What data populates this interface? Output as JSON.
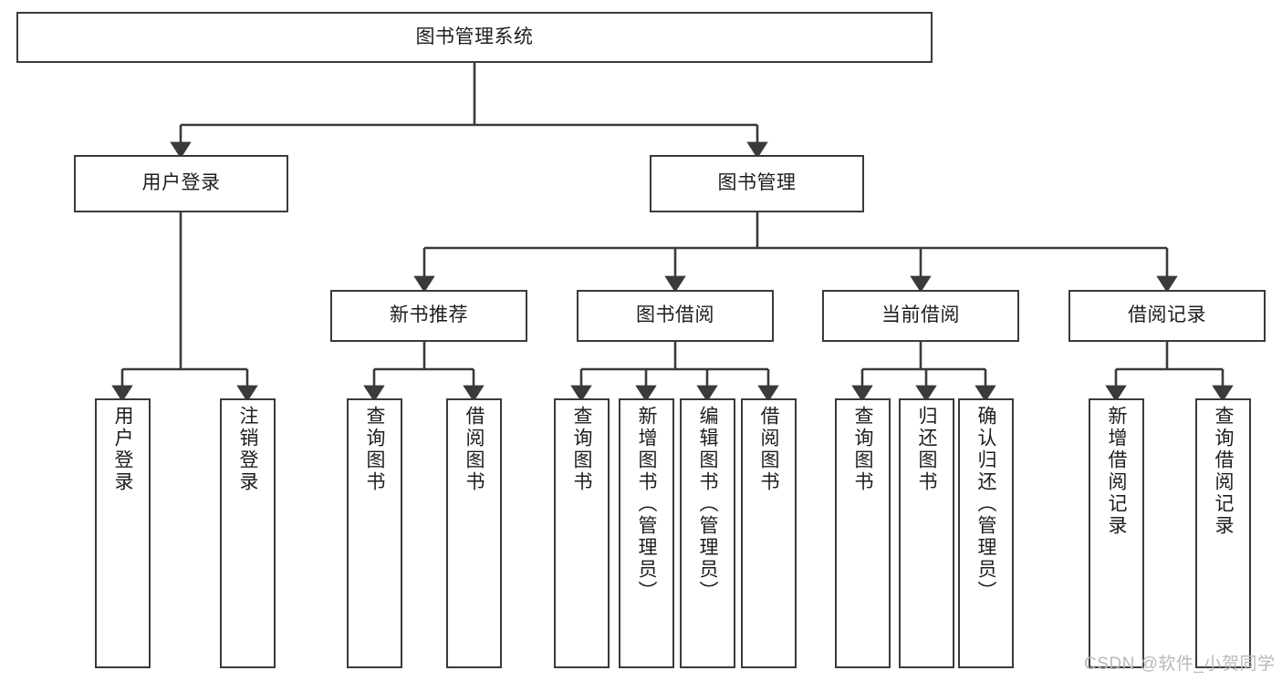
{
  "diagram": {
    "title": "图书管理系统",
    "type": "tree-hierarchy-chart",
    "line_color": "#3a3a3a",
    "box_fill": "#ffffff",
    "text_color": "#1d1d1d",
    "watermark": "CSDN @软件_小贺同学"
  },
  "nodes": {
    "root": {
      "label": "图书管理系统"
    },
    "level2": [
      {
        "label": "用户登录"
      },
      {
        "label": "图书管理"
      }
    ],
    "level3": [
      {
        "label": "新书推荐"
      },
      {
        "label": "图书借阅"
      },
      {
        "label": "当前借阅"
      },
      {
        "label": "借阅记录"
      }
    ],
    "leaves": {
      "user_login": [
        {
          "label": "用户登录"
        },
        {
          "label": "注销登录"
        }
      ],
      "new_book_recommend": [
        {
          "label": "查询图书"
        },
        {
          "label": "借阅图书"
        }
      ],
      "book_borrow": [
        {
          "label": "查询图书"
        },
        {
          "label": "新增图书（管理员）"
        },
        {
          "label": "编辑图书（管理员）"
        },
        {
          "label": "借阅图书"
        }
      ],
      "current_borrow": [
        {
          "label": "查询图书"
        },
        {
          "label": "归还图书"
        },
        {
          "label": "确认归还（管理员）"
        }
      ],
      "borrow_record": [
        {
          "label": "新增借阅记录"
        },
        {
          "label": "查询借阅记录"
        }
      ]
    }
  }
}
